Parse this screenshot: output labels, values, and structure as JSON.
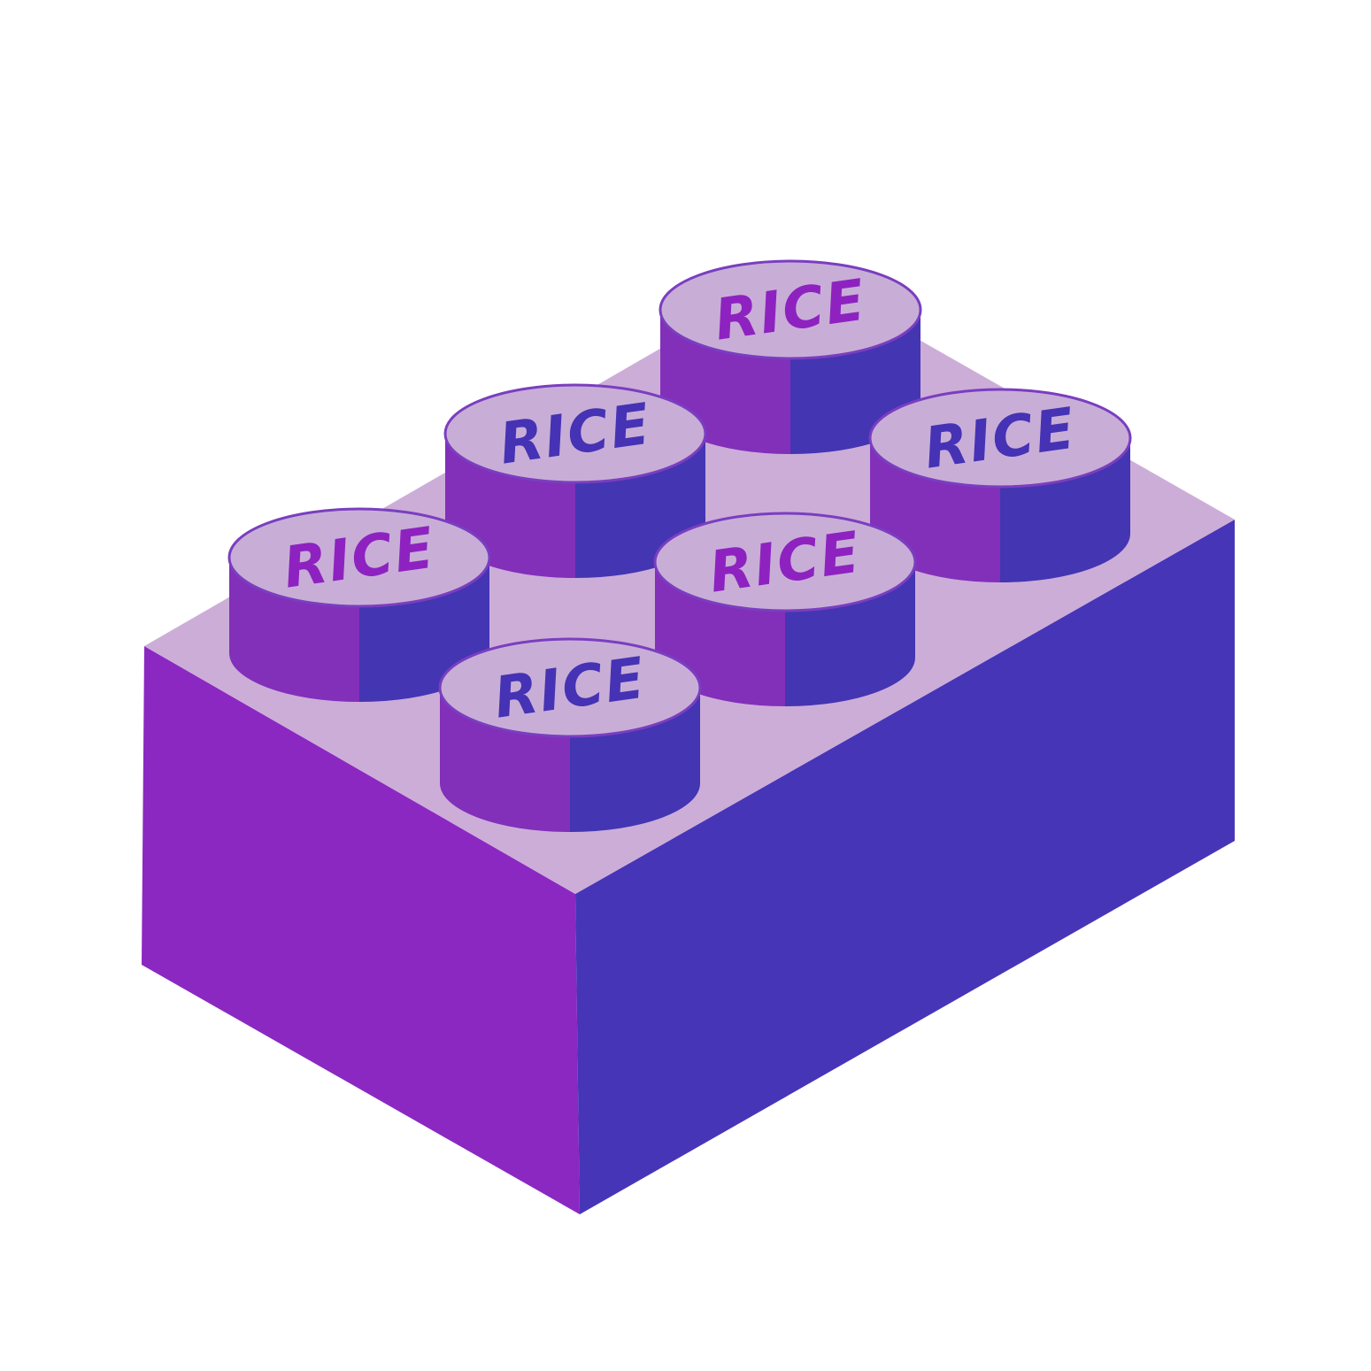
{
  "logo": {
    "studs": [
      {
        "text": "RICE",
        "text_color": "#8e22c0"
      },
      {
        "text": "RICE",
        "text_color": "#4532b4"
      },
      {
        "text": "RICE",
        "text_color": "#4532b4"
      },
      {
        "text": "RICE",
        "text_color": "#8e22c0"
      },
      {
        "text": "RICE",
        "text_color": "#8e22c0"
      },
      {
        "text": "RICE",
        "text_color": "#4532b4"
      }
    ]
  },
  "colors": {
    "background": "#ffffff",
    "top_face": "#ccadd8",
    "left_face": "#8b28c2",
    "right_face": "#4735b8",
    "stud_top": "#c8aed7",
    "stud_left": "#822fba",
    "stud_right": "#4435b2"
  }
}
